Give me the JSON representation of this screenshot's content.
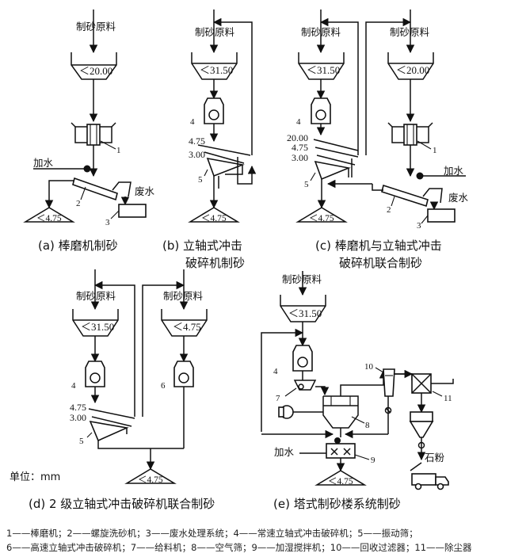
{
  "labels": {
    "raw": "制砂原料",
    "lt2000": "＜20.00",
    "lt3150": "＜31.50",
    "lt475": "＜4.75",
    "s2000": "20.00",
    "s475": "4.75",
    "s300": "3.00",
    "water": "加水",
    "waste": "废水",
    "powder": "石粉",
    "unit": "单位：mm",
    "n1": "1",
    "n2": "2",
    "n3": "3",
    "n4": "4",
    "n5": "5",
    "n6": "6",
    "n7": "7",
    "n8": "8",
    "n9": "9",
    "n10": "10",
    "n11": "11"
  },
  "captions": {
    "a": "(a)  棒磨机制砂",
    "b1": "(b)  立轴式冲击",
    "b2": "破碎机制砂",
    "c1": "(c)  棒磨机与立轴式冲击",
    "c2": "破碎机联合制砂",
    "d": "(d)  2 级立轴式冲击破碎机联合制砂",
    "e": "(e)  塔式制砂楼系统制砂"
  },
  "legend": {
    "line1": "1——棒磨机；2——螺旋洗砂机；3——废水处理系统；4——常速立轴式冲击破碎机；5——振动筛；",
    "line2": "6——高速立轴式冲击破碎机；7——给料机；8——空气筛；9——加湿搅拌机；10——回收过滤器；11——除尘器"
  }
}
